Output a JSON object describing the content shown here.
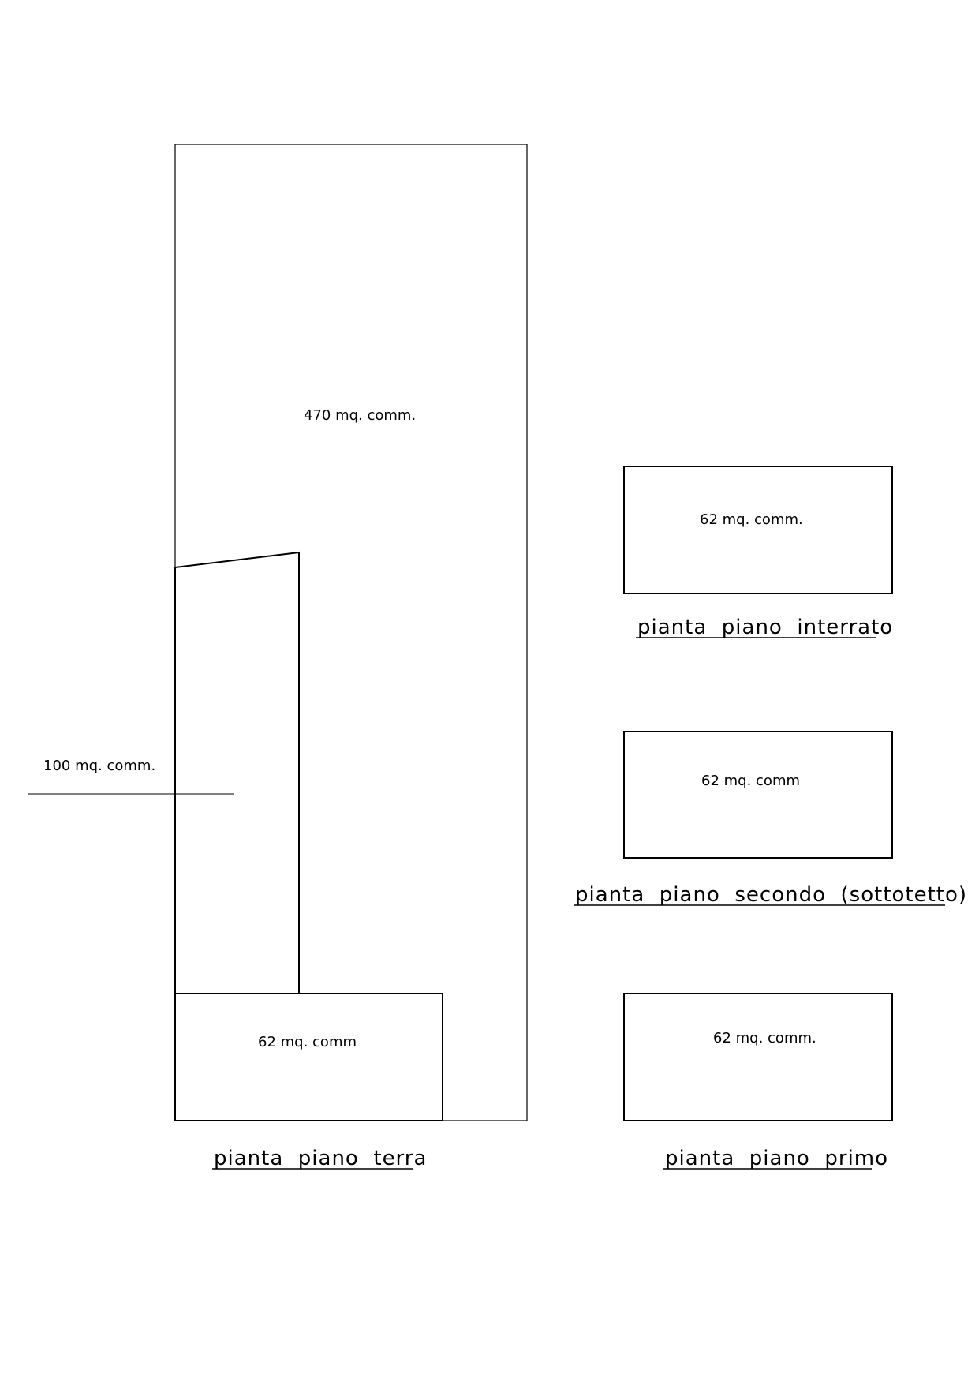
{
  "ground_floor": {
    "area_outer": "470 mq. comm.",
    "area_left": "100 mq. comm.",
    "area_front": "62 mq. comm",
    "title": "pianta  piano  terra"
  },
  "basement": {
    "area": "62 mq. comm.",
    "title": "pianta  piano  interrato"
  },
  "second_floor": {
    "area": "62 mq. comm",
    "title": "pianta  piano  secondo  (sottotetto)"
  },
  "first_floor": {
    "area": "62 mq. comm.",
    "title": "pianta  piano  primo"
  }
}
